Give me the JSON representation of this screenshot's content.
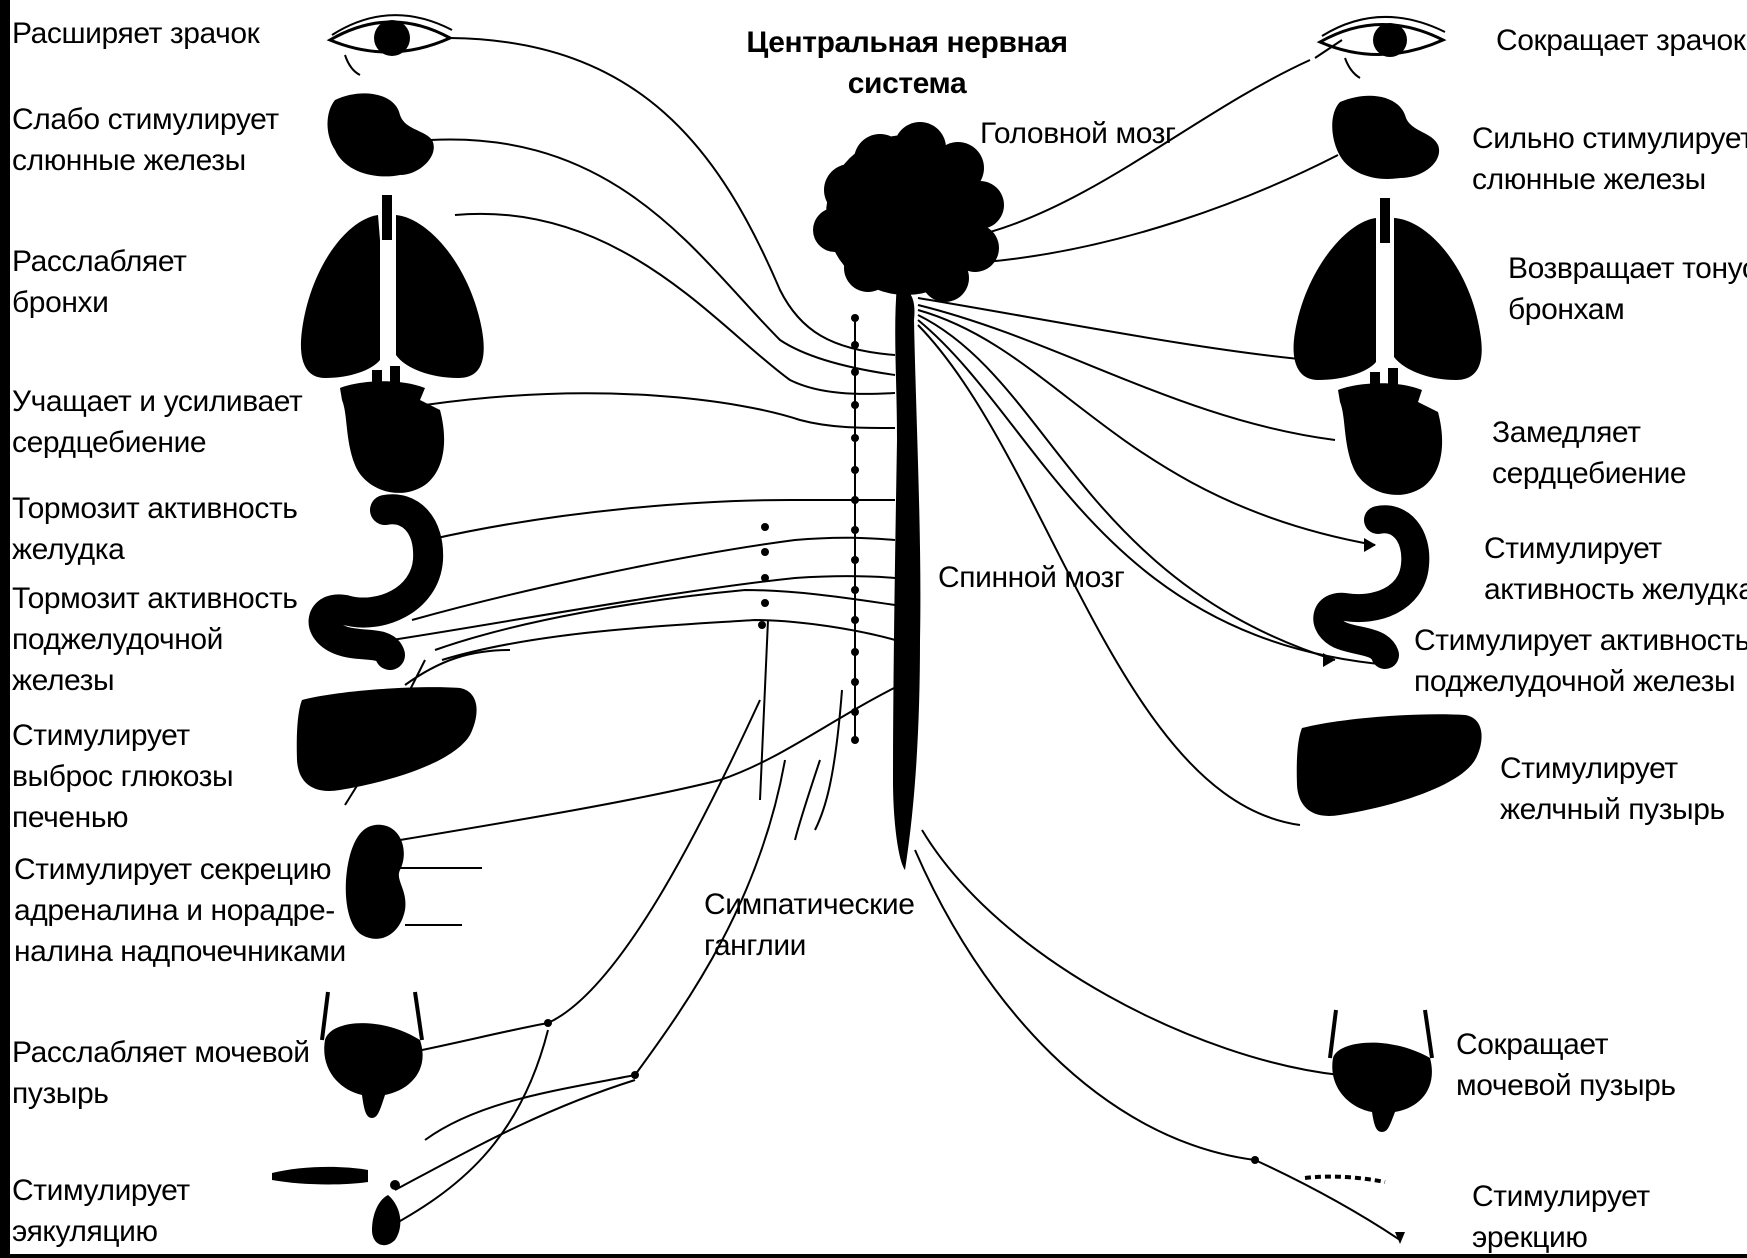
{
  "title": [
    "Центральная нервная",
    "система"
  ],
  "center_labels": {
    "brain": "Головной мозг",
    "spinal_cord": "Спинной мозг",
    "ganglia": [
      "Симпатические",
      "ганглии"
    ]
  },
  "sympathetic_effects": {
    "eye": [
      "Расширяет зрачок"
    ],
    "salivary": [
      "Слабо стимулирует",
      "слюнные железы"
    ],
    "bronchi": [
      "Расслабляет",
      "бронхи"
    ],
    "heart": [
      "Учащает и усиливает",
      "сердцебиение"
    ],
    "stomach": [
      "Тормозит активность",
      "желудка"
    ],
    "pancreas": [
      "Тормозит активность",
      "поджелудочной",
      "железы"
    ],
    "liver": [
      "Стимулирует",
      "выброс глюкозы",
      "печенью"
    ],
    "adrenal": [
      "Стимулирует секрецию",
      "адреналина и норадре-",
      "налина надпочечниками"
    ],
    "bladder": [
      "Расслабляет мочевой",
      "пузырь"
    ],
    "genital": [
      "Стимулирует",
      "эякуляцию"
    ]
  },
  "parasympathetic_effects": {
    "eye": [
      "Сокращает зрачок"
    ],
    "salivary": [
      "Сильно стимулирует",
      "слюнные железы"
    ],
    "bronchi": [
      "Возвращает тонус",
      "бронхам"
    ],
    "heart": [
      "Замедляет",
      "сердцебиение"
    ],
    "stomach": [
      "Стимулирует",
      "активность желудка"
    ],
    "pancreas": [
      "Стимулирует активность",
      "поджелудочной железы"
    ],
    "gallbladder": [
      "Стимулирует",
      "желчный пузырь"
    ],
    "bladder": [
      "Сокращает",
      "мочевой пузырь"
    ],
    "genital": [
      "Стимулирует",
      "эрекцию"
    ]
  },
  "colors": {
    "background": "#000000",
    "panel": "#ffffff",
    "ink": "#000000"
  }
}
